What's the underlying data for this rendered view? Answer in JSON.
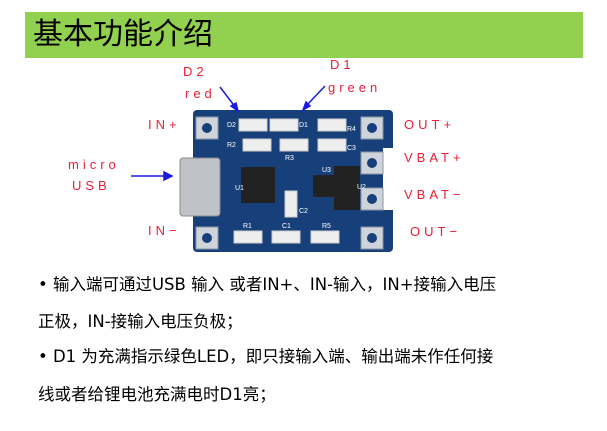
{
  "title": "基本功能介绍",
  "colors": {
    "title_bar": "#92d050",
    "label": "#e8203a",
    "arrow": "#1a1ae0",
    "pcb": "#17407a"
  },
  "labels": {
    "d2": "D2",
    "red": "red",
    "d1": "D1",
    "green": "green",
    "in_plus": "IN+",
    "in_minus": "IN−",
    "micro": "micro",
    "usb": "USB",
    "out_plus": "OUT+",
    "vbat_plus": "VBAT+",
    "vbat_minus": "VBAT−",
    "out_minus": "OUT−"
  },
  "silkscreen": [
    "D2",
    "D1",
    "R4",
    "R2",
    "R3",
    "C3",
    "U3",
    "U2",
    "U1",
    "C2",
    "R1",
    "C1",
    "R5"
  ],
  "bullets": [
    {
      "line1": "• 输入端可通过USB 输入 或者IN+、IN-输入，IN+接输入电压",
      "line2": "正极，IN-接输入电压负极；"
    },
    {
      "line1": "• D1 为充满指示绿色LED，即只接输入端、输出端未作任何接",
      "line2": "线或者给锂电池充满电时D1亮；"
    }
  ]
}
